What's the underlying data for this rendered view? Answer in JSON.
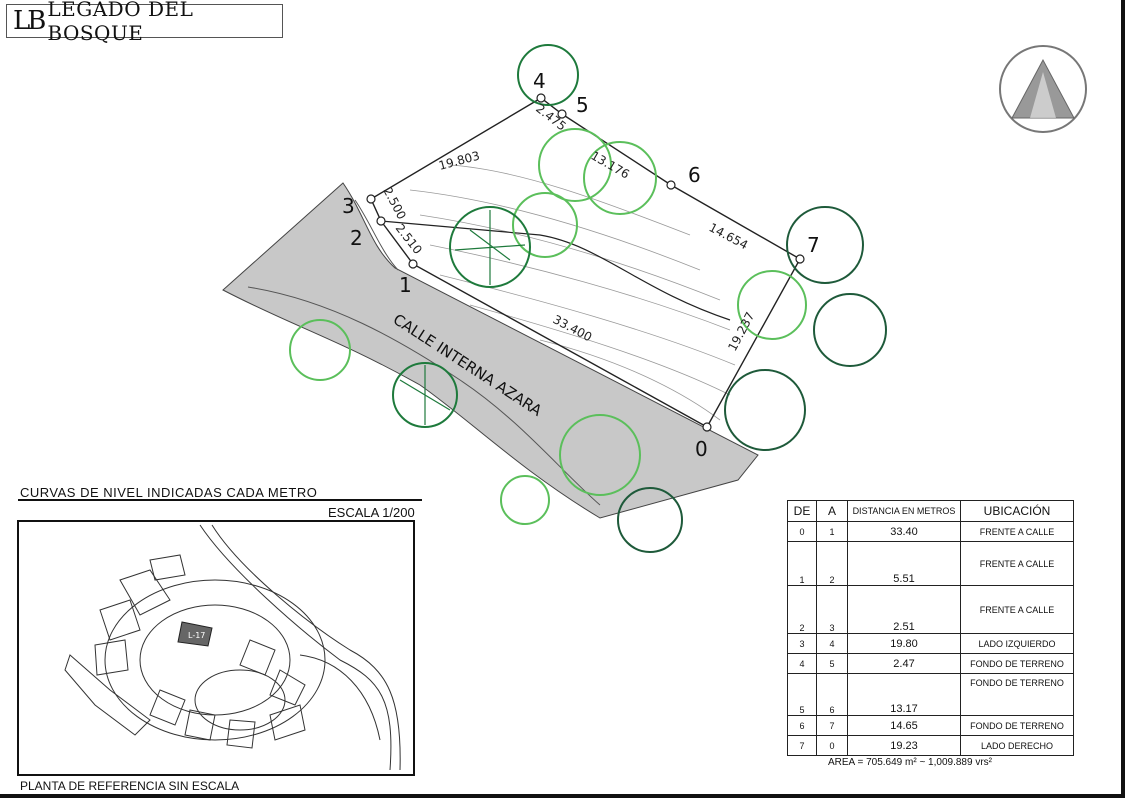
{
  "brand": {
    "mark": "LB",
    "name": "LEGADO DEL BOSQUE"
  },
  "plan": {
    "street_name": "CALLE INTERNA AZARA",
    "vertices": [
      "0",
      "1",
      "2",
      "3",
      "4",
      "5",
      "6",
      "7"
    ],
    "side_labels": [
      "33.400",
      "2.510",
      "2.500",
      "19.803",
      "2.475",
      "13.176",
      "14.654",
      "19.237"
    ]
  },
  "notes": {
    "contour_note": "CURVAS DE NIVEL INDICADAS CADA METRO",
    "scale": "ESCALA 1/200"
  },
  "reference_plan": {
    "title": "PLANTA DE REFERENCIA SIN ESCALA",
    "lot_label": "L-17"
  },
  "distance_table": {
    "headers": [
      "DE",
      "A",
      "DISTANCIA EN METROS",
      "UBICACIÓN"
    ],
    "rows": [
      [
        "0",
        "1",
        "33.40",
        "FRENTE A CALLE"
      ],
      [
        "1",
        "2",
        "5.51",
        "FRENTE A CALLE"
      ],
      [
        "2",
        "3",
        "2.51",
        "FRENTE A CALLE"
      ],
      [
        "3",
        "4",
        "19.80",
        "LADO IZQUIERDO"
      ],
      [
        "4",
        "5",
        "2.47",
        "FONDO DE TERRENO"
      ],
      [
        "5",
        "6",
        "13.17",
        "FONDO DE TERRENO"
      ],
      [
        "6",
        "7",
        "14.65",
        "FONDO DE TERRENO"
      ],
      [
        "7",
        "0",
        "19.23",
        "LADO DERECHO"
      ]
    ],
    "area": "AREA = 705.649 m² ~ 1,009.889 vrs²"
  }
}
